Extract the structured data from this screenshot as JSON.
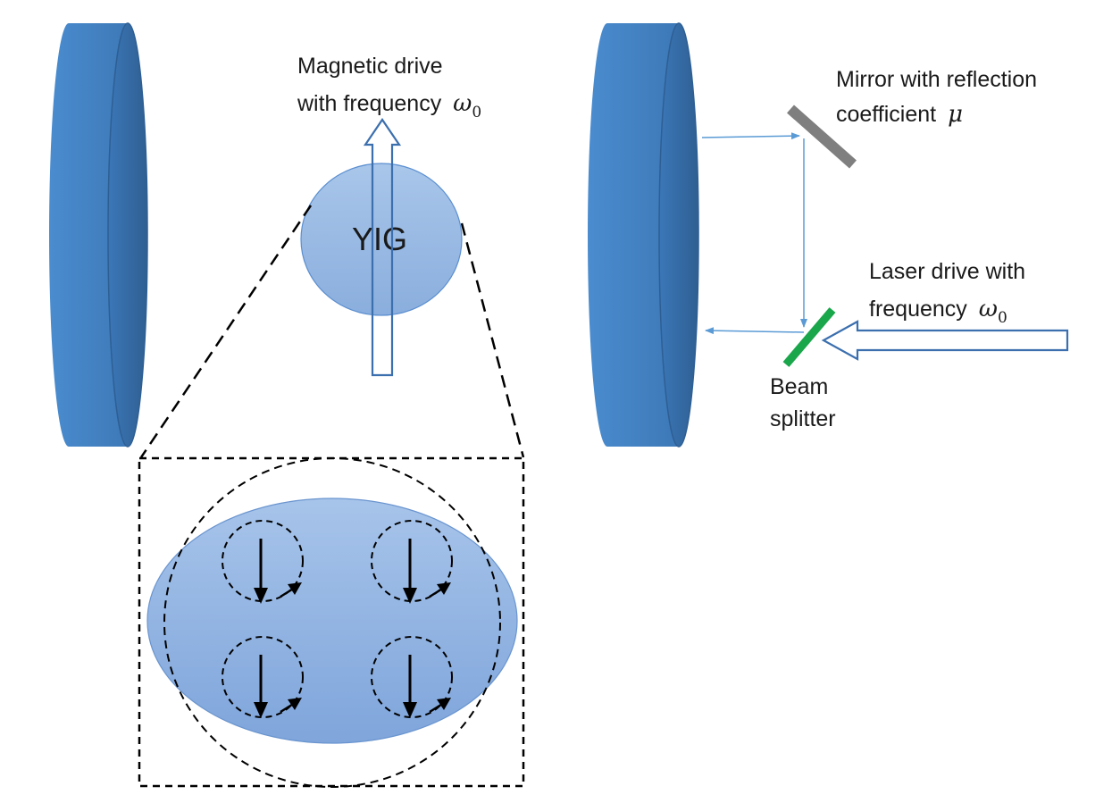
{
  "labels": {
    "yig": "YIG",
    "magnetic_drive_line1": "Magnetic drive",
    "magnetic_drive_line2": "with frequency",
    "mirror_line1": "Mirror with reflection",
    "mirror_line2": "coefficient",
    "laser_line1": "Laser drive with",
    "laser_line2": "frequency",
    "beam_splitter_line1": "Beam",
    "beam_splitter_line2": "splitter"
  },
  "symbols": {
    "omega": "ω",
    "omega_subscript": "0",
    "mu": "μ"
  },
  "colors": {
    "cavity_mirror": "#3f7ec0",
    "cavity_mirror_edge": "#2e5f93",
    "yig_sphere": "#8fb3e0",
    "zoom_ellipse": "#7ea5dd",
    "arrow_outline": "#3b6fae",
    "laser_path": "#5b9bd5",
    "output_mirror": "#7f7f7f",
    "beam_splitter": "#1aa64a",
    "dashed_lines": "#000000"
  }
}
